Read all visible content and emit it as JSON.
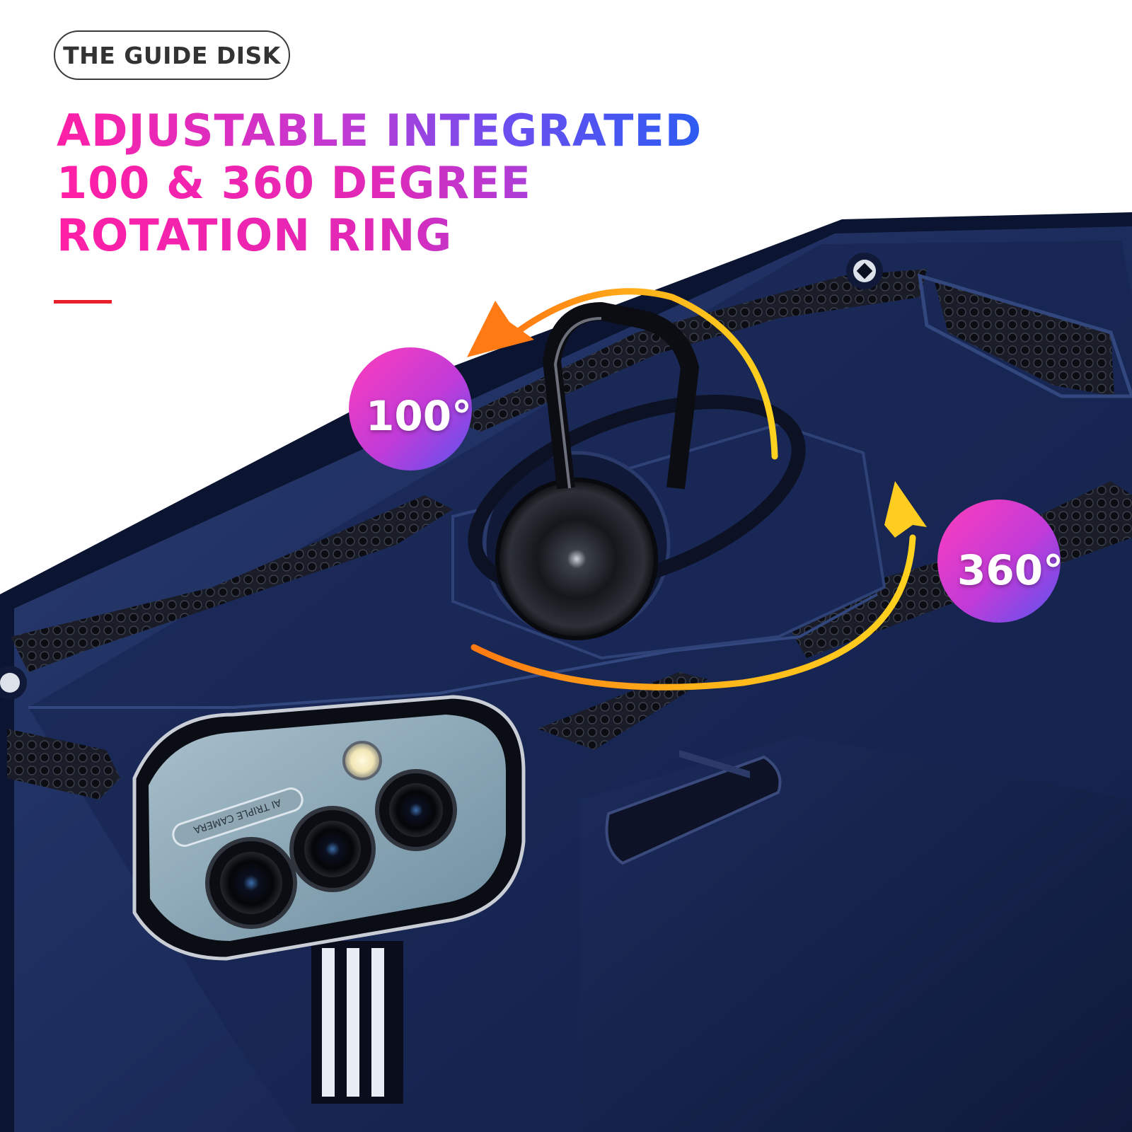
{
  "tag_label": "THE GUIDE DISK",
  "headline": {
    "line1": "ADJUSTABLE INTEGRATED",
    "line2": "100 & 360 DEGREE",
    "line3": "ROTATION RING"
  },
  "badges": {
    "left": "100°",
    "right": "360°"
  },
  "camera_module_label": "AI TRIPLE CAMERA",
  "colors": {
    "case_blue": "#1b2a55",
    "accent_red": "#e8202a",
    "arrow_yellow": "#f5c21b",
    "arrow_orange": "#ff7a12",
    "headline_pink": "#ff1fa6",
    "headline_blue": "#2d5cf2"
  }
}
